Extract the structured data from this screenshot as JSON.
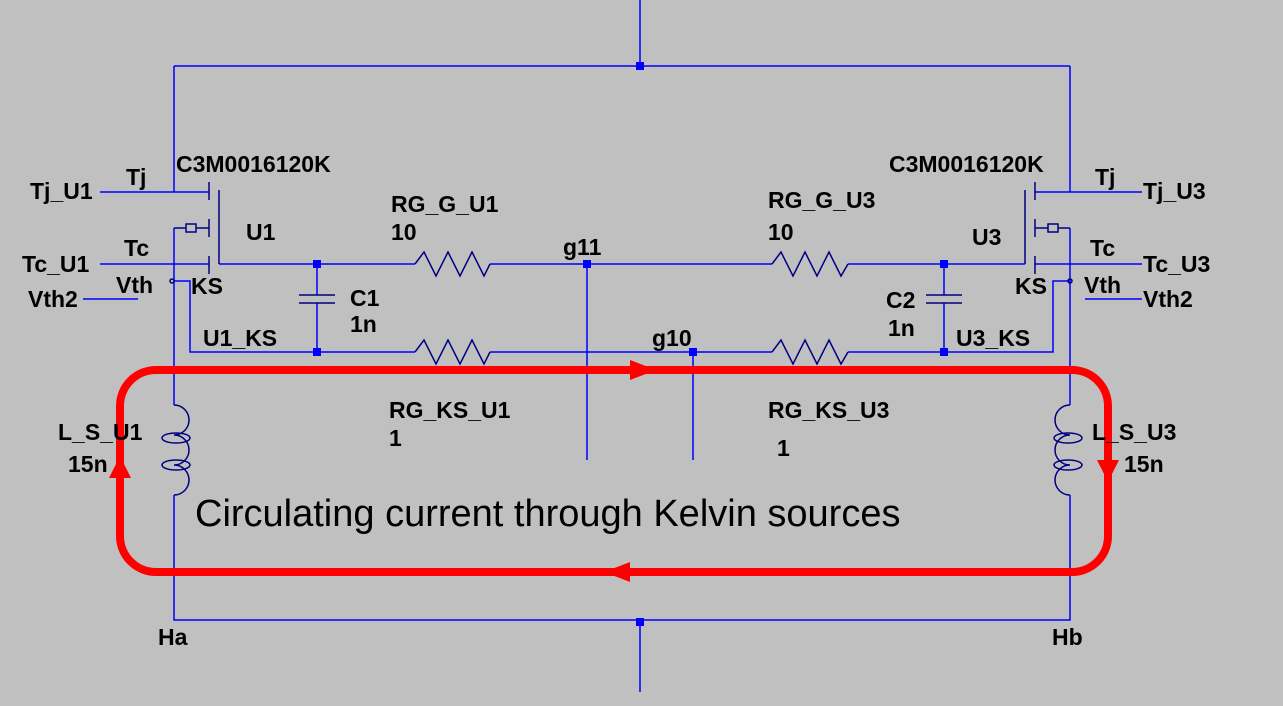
{
  "colors": {
    "background": "#c0c0c0",
    "wire": "#0000ff",
    "symbol": "#000080",
    "annotation": "#ff0000"
  },
  "u1": {
    "model": "C3M0016120K",
    "name": "U1",
    "tj_pin": "Tj",
    "tj_net": "Tj_U1",
    "tc_pin": "Tc",
    "tc_net": "Tc_U1",
    "vth_pin": "Vth",
    "vth_net": "Vth2",
    "ks_pin": "KS",
    "ks_net": "U1_KS"
  },
  "u3": {
    "model": "C3M0016120K",
    "name": "U3",
    "tj_pin": "Tj",
    "tj_net": "Tj_U3",
    "tc_pin": "Tc",
    "tc_net": "Tc_U3",
    "vth_pin": "Vth",
    "vth_net": "Vth2",
    "ks_pin": "KS",
    "ks_net": "U3_KS"
  },
  "rg_g_u1": {
    "name": "RG_G_U1",
    "value": "10"
  },
  "rg_g_u3": {
    "name": "RG_G_U3",
    "value": "10"
  },
  "rg_ks_u1": {
    "name": "RG_KS_U1",
    "value": "1"
  },
  "rg_ks_u3": {
    "name": "RG_KS_U3",
    "value": "1"
  },
  "c1": {
    "name": "C1",
    "value": "1n"
  },
  "c2": {
    "name": "C2",
    "value": "1n"
  },
  "l_s_u1": {
    "name": "L_S_U1",
    "value": "15n"
  },
  "l_s_u3": {
    "name": "L_S_U3",
    "value": "15n"
  },
  "nets": {
    "g11": "g11",
    "g10": "g10",
    "ha": "Ha",
    "hb": "Hb"
  },
  "annotation": {
    "text": "Circulating current through Kelvin sources"
  }
}
